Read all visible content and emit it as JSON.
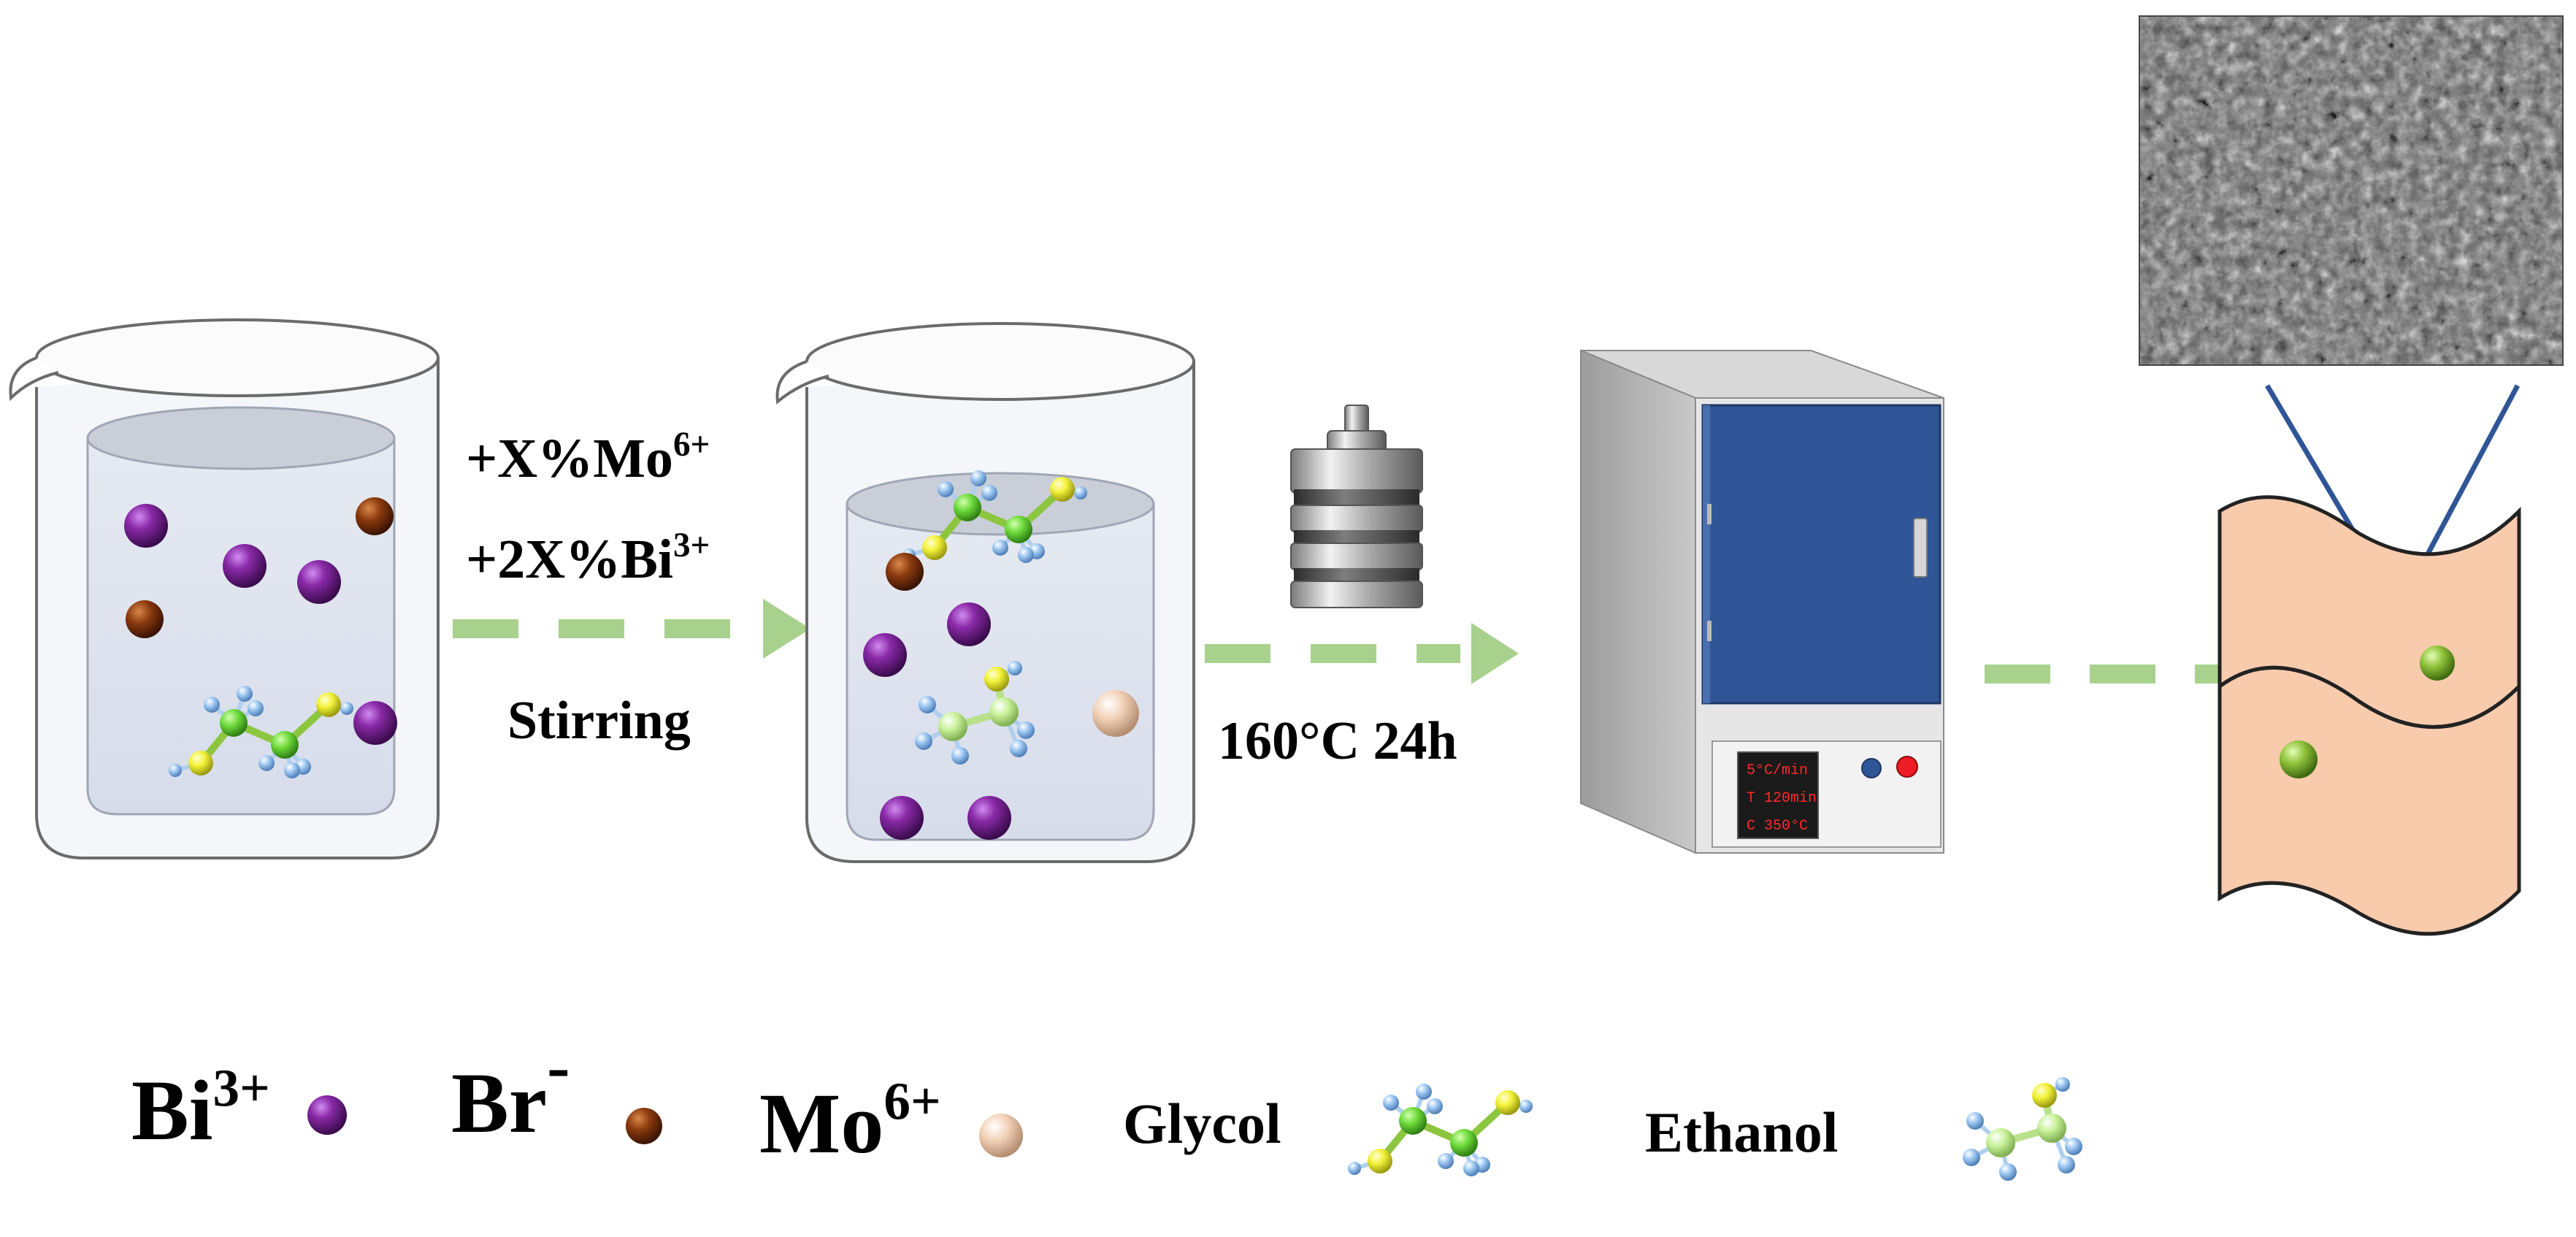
{
  "step1": {
    "add_line1_base": "+X%Mo",
    "add_line1_sup": "6+",
    "add_line2_base": "+2X%Bi",
    "add_line2_sup": "3+",
    "stirring": "Stirring"
  },
  "step2": {
    "condition": "160°C 24h"
  },
  "oven_display": {
    "line1": "5°C/min",
    "line2": "T 120min",
    "line3": "C  350°C"
  },
  "legend": {
    "bi_base": "Bi",
    "bi_sup": "3+",
    "br_base": "Br",
    "br_sup": "-",
    "mo_base": "Mo",
    "mo_sup": "6+",
    "glycol": "Glycol",
    "ethanol": "Ethanol"
  },
  "colors": {
    "bi_ion": "#8a2aa8",
    "br_ion": "#8b3a0e",
    "mo_ion": "#f2d2b8",
    "arrow": "#a9d18e",
    "oven_door": "#2f5597",
    "product_sheet": "#f8cbad",
    "product_dot": "#7fb12d",
    "sem_lines": "#2f5597"
  },
  "icons": [
    "beaker-icon",
    "autoclave-icon",
    "oven-icon",
    "sem-image",
    "nanosheet-icon",
    "molecule-icon"
  ]
}
